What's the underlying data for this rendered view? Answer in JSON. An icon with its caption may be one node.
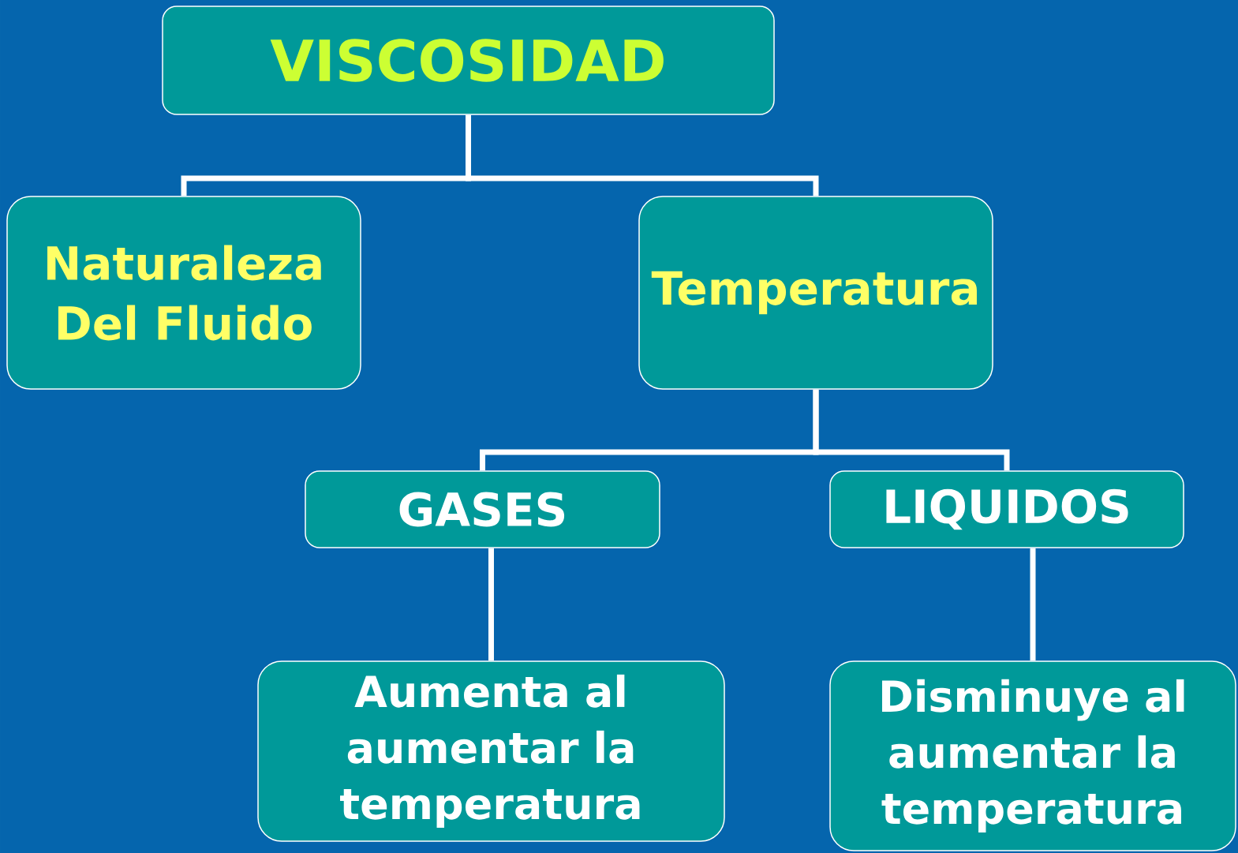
{
  "diagram": {
    "nodes": [
      {
        "text": [
          "VISCOSIDAD"
        ]
      },
      {
        "text": [
          "Naturaleza Del Fluido"
        ]
      },
      {
        "text": [
          "Temperatura"
        ]
      },
      {
        "text": [
          "GASES"
        ]
      },
      {
        "text": [
          "LIQUIDOS"
        ]
      },
      {
        "text": [
          "Aumenta al aumentar la temperatura"
        ]
      },
      {
        "text": [
          "Disminuye al aumentar la temperatura"
        ]
      }
    ],
    "edges": [
      {
        "from": 0,
        "to": 1,
        "arrow": "none"
      },
      {
        "from": 0,
        "to": 2,
        "arrow": "none"
      },
      {
        "from": 2,
        "to": 3,
        "arrow": "none"
      },
      {
        "from": 2,
        "to": 4,
        "arrow": "none"
      },
      {
        "from": 3,
        "to": 5,
        "arrow": "none"
      },
      {
        "from": 4,
        "to": 6,
        "arrow": "none"
      }
    ]
  }
}
